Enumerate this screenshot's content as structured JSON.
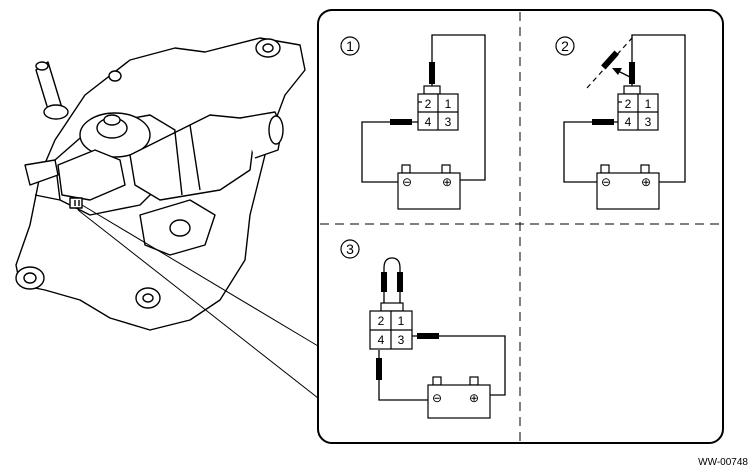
{
  "figure_ref": "WW-00748",
  "panels": [
    {
      "step": "1",
      "pins": [
        "2",
        "1",
        "4",
        "3"
      ]
    },
    {
      "step": "2",
      "pins": [
        "2",
        "1",
        "4",
        "3"
      ]
    },
    {
      "step": "3",
      "pins": [
        "2",
        "1",
        "4",
        "3"
      ]
    }
  ],
  "battery": {
    "negative": "⊖",
    "positive": "⊕"
  }
}
